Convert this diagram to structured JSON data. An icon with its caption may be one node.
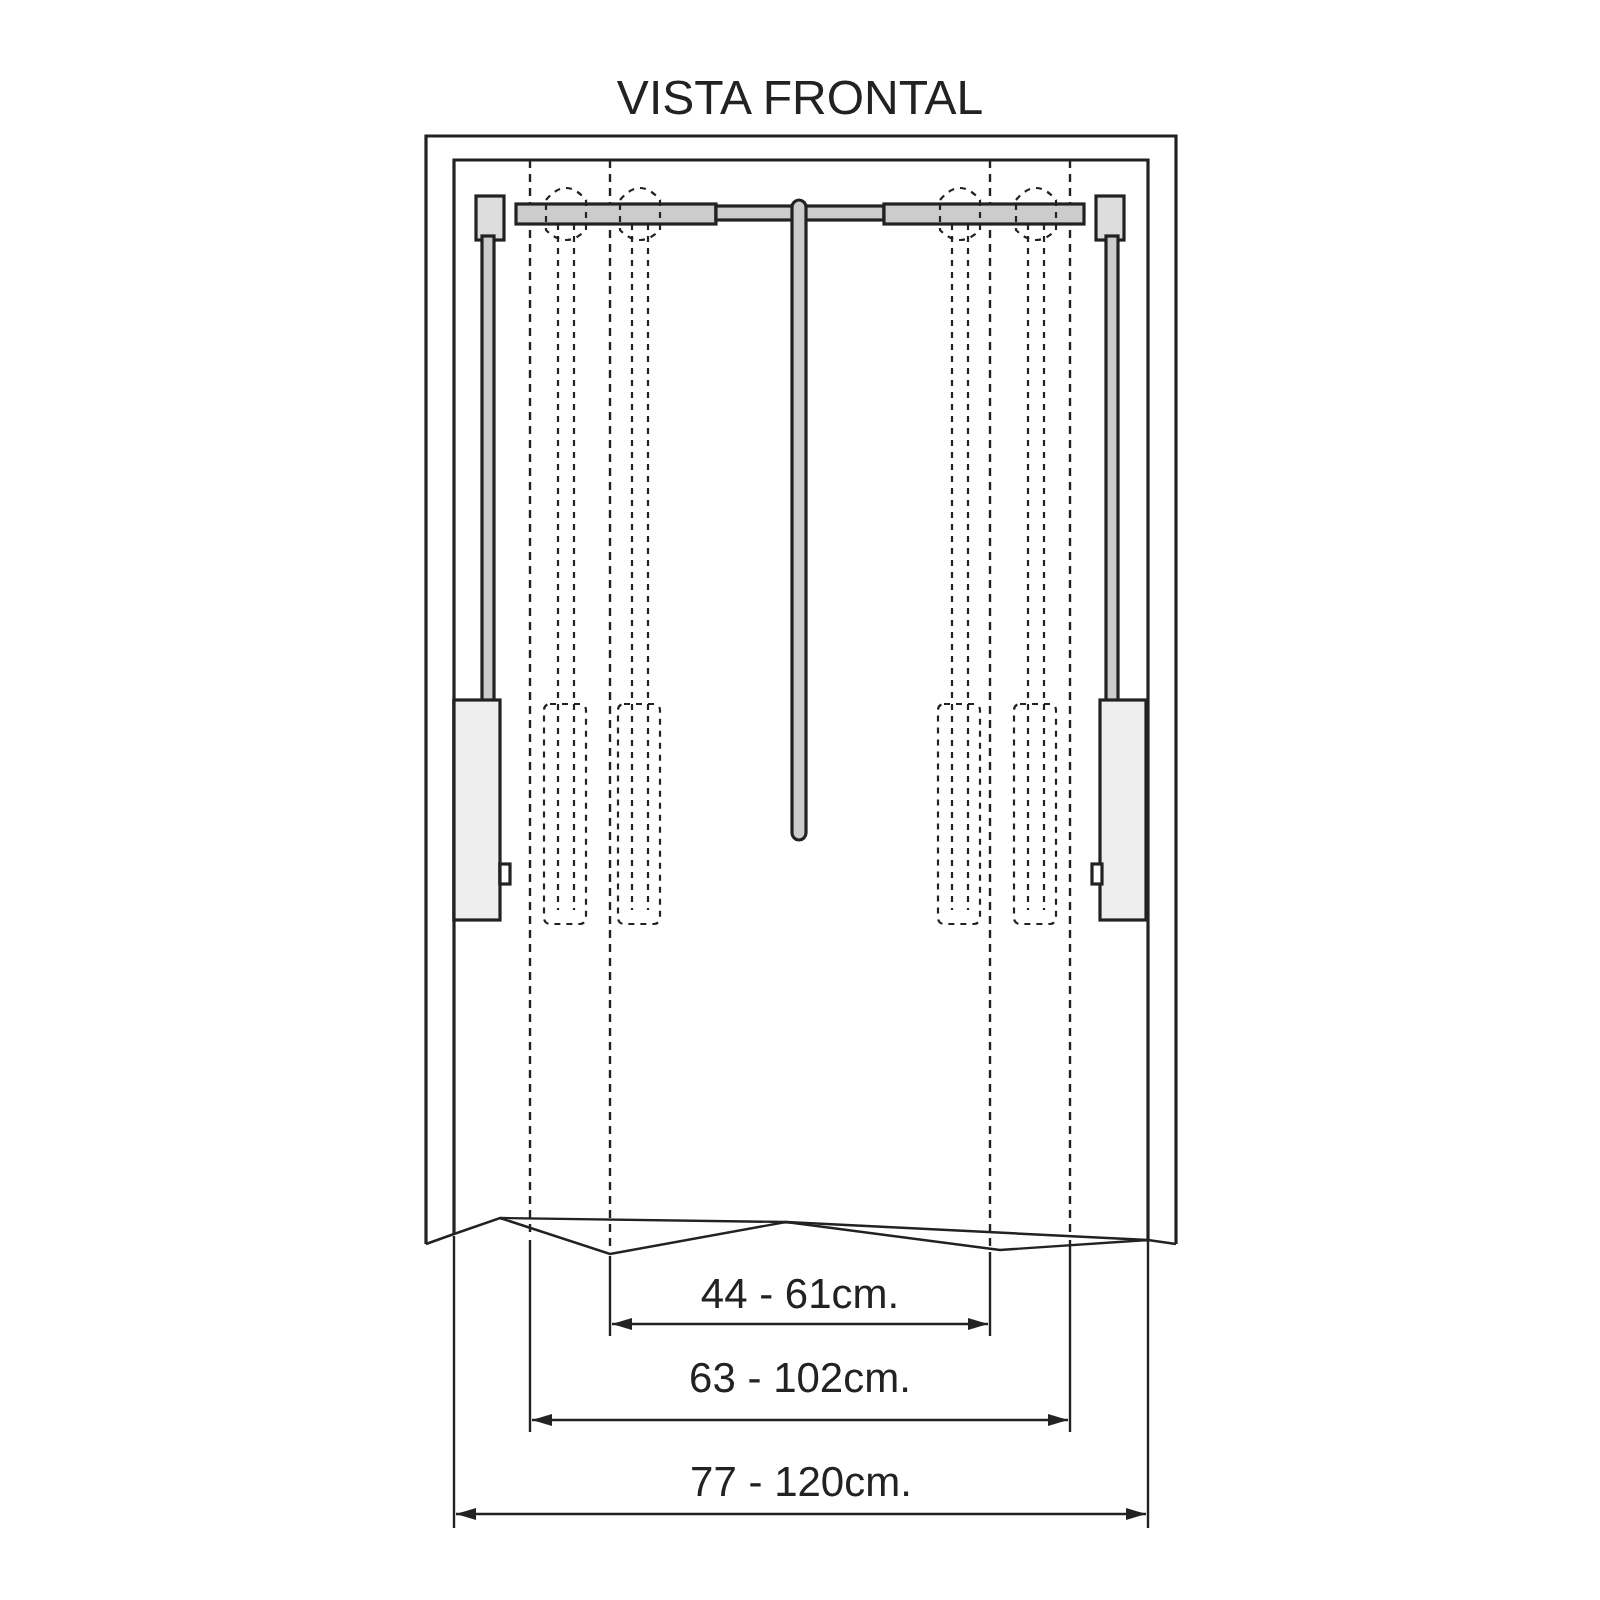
{
  "diagram": {
    "title": "VISTA FRONTAL",
    "labels": [
      "44 - 61cm.",
      "63 - 102cm.",
      "77 - 120cm."
    ]
  }
}
